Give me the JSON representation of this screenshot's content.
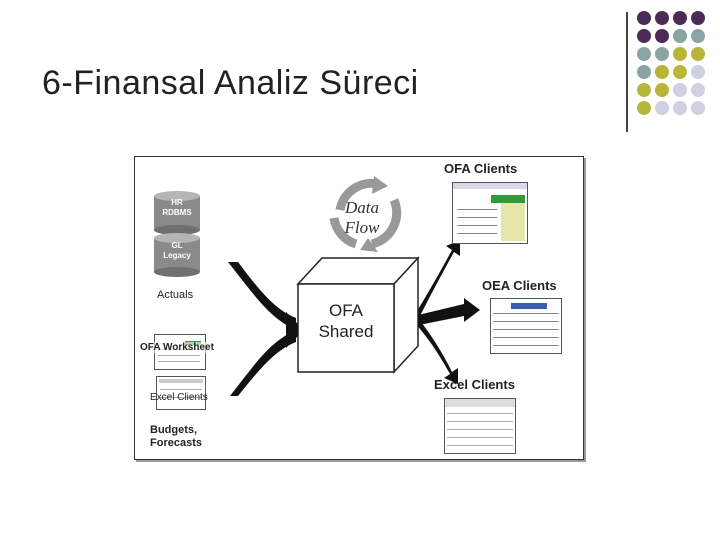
{
  "slide": {
    "title": "6-Finansal Analiz Süreci"
  },
  "diagram": {
    "hr_rdbms": "HR\nRDBMS",
    "gl_legacy": "GL\nLegacy",
    "actuals": "Actuals",
    "ofa_worksheet": "OFA Worksheet",
    "excel_clients_left": "Excel Clients",
    "budgets_forecasts": "Budgets,\nForecasts",
    "data_flow": "Data\nFlow",
    "center_box": "OFA\nShared",
    "ofa_clients": "OFA Clients",
    "oea_clients": "OEA Clients",
    "excel_clients_right": "Excel Clients"
  },
  "colors": {
    "purple": "#4b2a57",
    "teal": "#8aa3a3",
    "olive": "#b7b63a",
    "lavender": "#cfd0e0"
  }
}
